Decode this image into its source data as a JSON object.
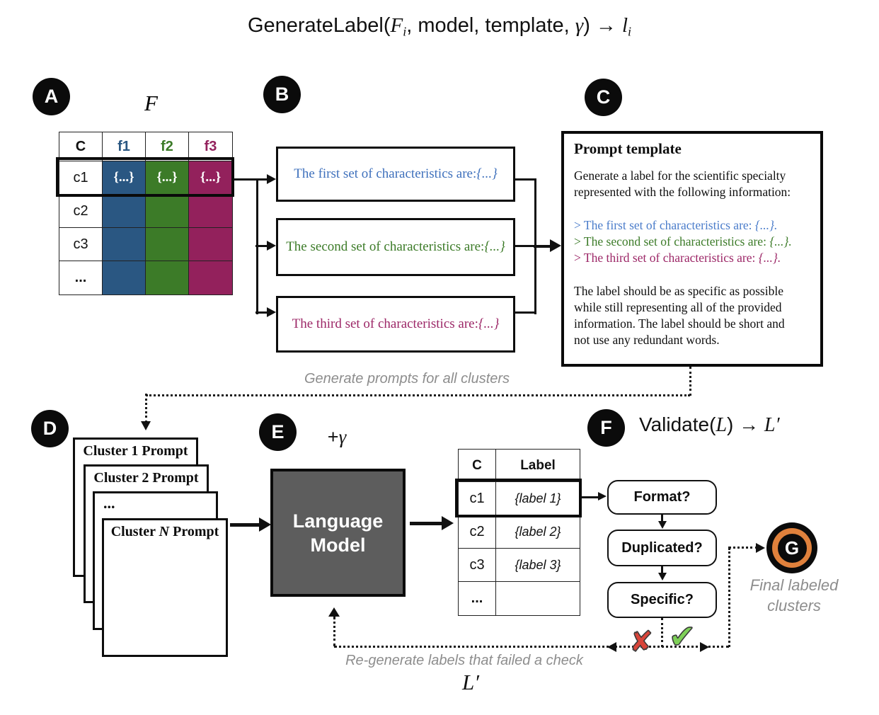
{
  "title": {
    "fn": "GenerateLabel(",
    "f": "F",
    "f_sub": "i",
    "args": ", model, template, ",
    "gamma": "γ",
    "close": ") → ",
    "l": "l",
    "l_sub": "i"
  },
  "badges": {
    "a": "A",
    "b": "B",
    "c": "C",
    "d": "D",
    "e": "E",
    "f": "F",
    "g": "G"
  },
  "colors": {
    "blue": "#2a5782",
    "green": "#3c7b28",
    "magenta": "#93215c",
    "blue_text": "#3e70bc",
    "green_text": "#3c7b28",
    "magenta_text": "#9c2767",
    "prompt_blue": "#4a7cca",
    "lm_gray": "#5d5d5d",
    "gray_text": "#8d8d8d",
    "orange": "#e0813c",
    "fail_red": "#d8453a",
    "pass_green": "#7ed058"
  },
  "feature_table": {
    "caption": "F",
    "headers": [
      {
        "label": "C",
        "color": "#111111"
      },
      {
        "label": "f1",
        "color": "#2a5782"
      },
      {
        "label": "f2",
        "color": "#3c7b28"
      },
      {
        "label": "f3",
        "color": "#93215c"
      }
    ],
    "rows": [
      {
        "c": "c1",
        "f1": "{...}",
        "f2": "{...}",
        "f3": "{...}"
      },
      {
        "c": "c2",
        "f1": "",
        "f2": "",
        "f3": ""
      },
      {
        "c": "c3",
        "f1": "",
        "f2": "",
        "f3": ""
      },
      {
        "c": "...",
        "f1": "",
        "f2": "",
        "f3": ""
      }
    ]
  },
  "characteristic_boxes": [
    {
      "text": "The first set of characteristics are: ",
      "braces": "{...}"
    },
    {
      "text": "The second set of characteristics are: ",
      "braces": "{...}"
    },
    {
      "text": "The third set of characteristics are: ",
      "braces": "{...}"
    }
  ],
  "prompt_template": {
    "title": "Prompt template",
    "intro": "Generate a label for the scientific specialty\nrepresented with the following information:",
    "lines": [
      {
        "text": "> The first set of characteristics are: ",
        "braces": "{...}."
      },
      {
        "text": "> The second set of characteristics are: ",
        "braces": "{...}."
      },
      {
        "text": "> The third set of characteristics are: ",
        "braces": "{...}."
      }
    ],
    "outro": "The label should be as specific as possible\nwhile still representing all of the provided\ninformation. The label should be short and\nnot use any redundant words."
  },
  "flow_labels": {
    "generate_prompts": "Generate prompts for all clusters",
    "regenerate": "Re-generate labels that failed a check",
    "l_prime": "L′"
  },
  "cluster_prompts": {
    "page1": "Cluster 1 Prompt",
    "page2": "Cluster 2 Prompt",
    "page3": "...",
    "page4_pre": "Cluster ",
    "page4_n": "N",
    "page4_post": " Prompt"
  },
  "language_model": {
    "gamma_plus": "+",
    "gamma": "γ",
    "name": "Language\nModel"
  },
  "label_table": {
    "headers": [
      "C",
      "Label"
    ],
    "rows": [
      {
        "c": "c1",
        "label": "{label 1}"
      },
      {
        "c": "c2",
        "label": "{label 2}"
      },
      {
        "c": "c3",
        "label": "{label 3}"
      },
      {
        "c": "...",
        "label": ""
      }
    ]
  },
  "validate": {
    "fn": "Validate(",
    "l": "L",
    "close": ") → ",
    "result": "L′",
    "checks": [
      "Format?",
      "Duplicated?",
      "Specific?"
    ]
  },
  "final_clusters": {
    "label": "Final labeled\nclusters"
  },
  "marks": {
    "fail": "✘",
    "pass": "✔"
  }
}
